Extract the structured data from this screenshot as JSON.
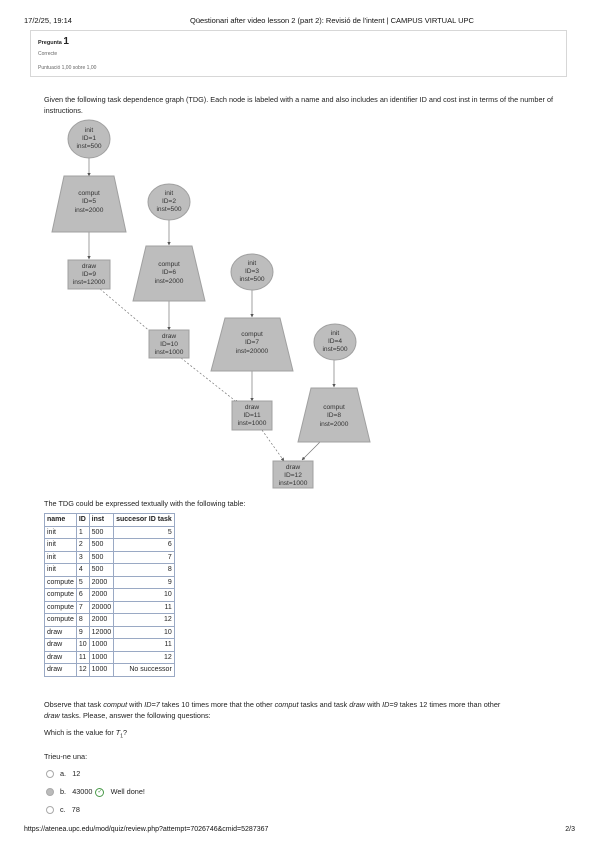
{
  "header": {
    "date": "17/2/25, 19:14",
    "title": "Qüestionari after video lesson 2 (part 2): Revisió de l'intent | CAMPUS VIRTUAL UPC"
  },
  "question_info": {
    "label": "Pregunta",
    "number": "1",
    "status": "Correcte",
    "score": "Puntuació 1,00 sobre 1,00"
  },
  "intro": "Given the following task dependence graph (TDG). Each node is labeled with a name and also includes an identifier ID and cost inst in terms of the number of instructions.",
  "graph": {
    "colors": {
      "fill": "#bdbdbd",
      "stroke": "#9a9a9a",
      "text": "#333333"
    },
    "nodes": [
      {
        "name": "init",
        "id": "ID=1",
        "inst": "inst=500"
      },
      {
        "name": "comput",
        "id": "ID=5",
        "inst": "inst=2000"
      },
      {
        "name": "init",
        "id": "ID=2",
        "inst": "inst=500"
      },
      {
        "name": "draw",
        "id": "ID=9",
        "inst": "inst=12000"
      },
      {
        "name": "comput",
        "id": "ID=6",
        "inst": "inst=2000"
      },
      {
        "name": "init",
        "id": "ID=3",
        "inst": "inst=500"
      },
      {
        "name": "draw",
        "id": "ID=10",
        "inst": "inst=1000"
      },
      {
        "name": "comput",
        "id": "ID=7",
        "inst": "inst=20000"
      },
      {
        "name": "init",
        "id": "ID=4",
        "inst": "inst=500"
      },
      {
        "name": "draw",
        "id": "ID=11",
        "inst": "inst=1000"
      },
      {
        "name": "comput",
        "id": "ID=8",
        "inst": "inst=2000"
      },
      {
        "name": "draw",
        "id": "ID=12",
        "inst": "inst=1000"
      }
    ]
  },
  "table_intro": "The TDG could be expressed textually with the following table:",
  "table": {
    "headers": [
      "name",
      "ID",
      "inst",
      "succesor ID task"
    ],
    "rows": [
      [
        "init",
        "1",
        "500",
        "5"
      ],
      [
        "init",
        "2",
        "500",
        "6"
      ],
      [
        "init",
        "3",
        "500",
        "7"
      ],
      [
        "init",
        "4",
        "500",
        "8"
      ],
      [
        "compute",
        "5",
        "2000",
        "9"
      ],
      [
        "compute",
        "6",
        "2000",
        "10"
      ],
      [
        "compute",
        "7",
        "20000",
        "11"
      ],
      [
        "compute",
        "8",
        "2000",
        "12"
      ],
      [
        "draw",
        "9",
        "12000",
        "10"
      ],
      [
        "draw",
        "10",
        "1000",
        "11"
      ],
      [
        "draw",
        "11",
        "1000",
        "12"
      ],
      [
        "draw",
        "12",
        "1000",
        "No successor"
      ]
    ]
  },
  "observe": {
    "p1": "Observe that task ",
    "i1": "comput",
    "p2": " with ",
    "i2": "ID=7",
    "p3": " takes 10 times more that the other ",
    "i3": "comput",
    "p4": " tasks and task ",
    "i4": "draw",
    "p5": " with ",
    "i5": "ID=9",
    "p6": " takes 12 times more than other",
    "i6": "draw",
    "p7": " tasks. Please, answer the following questions:"
  },
  "question": {
    "text": "Which is the value for ",
    "var": "T",
    "sub": "1",
    "end": "?"
  },
  "choose": "Trieu-ne una:",
  "options": [
    {
      "letter": "a.",
      "value": "12"
    },
    {
      "letter": "b.",
      "value": "43000",
      "feedback": "Well done!"
    },
    {
      "letter": "c.",
      "value": "78"
    }
  ],
  "footer": {
    "url": "https://atenea.upc.edu/mod/quiz/review.php?attempt=7026746&cmid=5287367",
    "page": "2/3"
  }
}
